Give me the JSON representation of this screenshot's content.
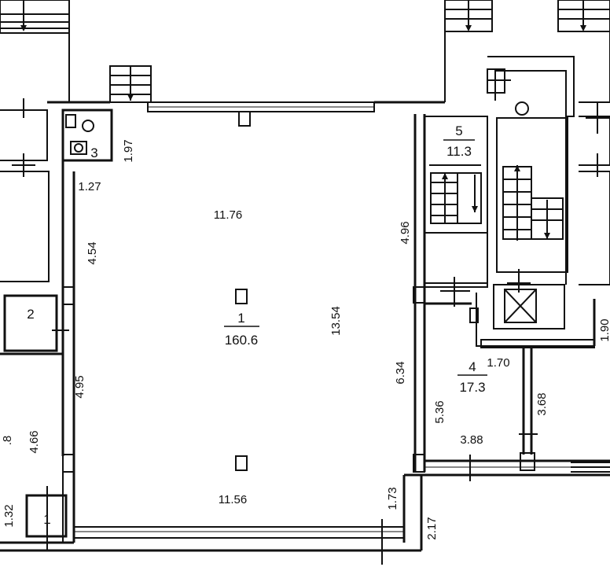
{
  "colors": {
    "line": "#111111",
    "background": "#ffffff"
  },
  "rooms": {
    "r1": {
      "number": "1",
      "area": "160.6"
    },
    "r2": {
      "number": "2"
    },
    "r3": {
      "number": "3"
    },
    "r4": {
      "number": "4",
      "area": "17.3"
    },
    "r5": {
      "number": "5",
      "area": "11.3"
    },
    "r1_small": {
      "number": "1"
    },
    "left_partial": {
      "area": ".8"
    }
  },
  "dims": {
    "d1176": "11.76",
    "d1156": "11.56",
    "d1354": "13.54",
    "d496": "4.96",
    "d634": "6.34",
    "d495": "4.95",
    "d454": "4.54",
    "d466": "4.66",
    "d132": "1.32",
    "d127": "1.27",
    "d197": "1.97",
    "d173": "1.73",
    "d217": "2.17",
    "d536": "5.36",
    "d388": "3.88",
    "d368": "3.68",
    "d170": "1.70",
    "d190": "1.90"
  }
}
